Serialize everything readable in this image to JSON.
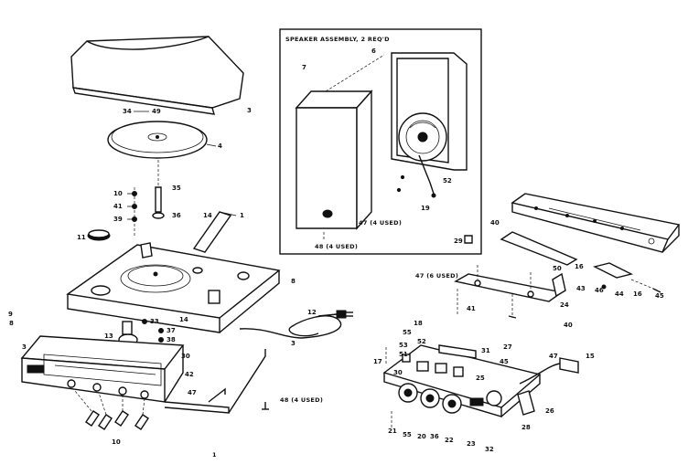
{
  "speaker_box": {
    "title": "SPEAKER ASSEMBLY, 2 REQ'D",
    "used_a": "47 (4 USED)",
    "used_b": "48 (4 USED)"
  },
  "notes": {
    "used_main": "47 (6 USED)",
    "used_bottom": "48 (4 USED)"
  },
  "callouts": {
    "c1": "1",
    "c3": "3",
    "c4": "4",
    "c6": "6",
    "c7": "7",
    "c8": "8",
    "c9": "9",
    "c10": "10",
    "c11": "11",
    "c12": "12",
    "c13": "13",
    "c14": "14",
    "c15": "15",
    "c16": "16",
    "c17": "17",
    "c18": "18",
    "c19": "19",
    "c20": "20",
    "c21": "21",
    "c22": "22",
    "c23": "23",
    "c24": "24",
    "c25": "25",
    "c26": "26",
    "c27": "27",
    "c28": "28",
    "c29": "29",
    "c30": "30",
    "c31": "31",
    "c32": "32",
    "c33": "33",
    "c34": "34",
    "c35": "35",
    "c36": "36",
    "c37": "37",
    "c38": "38",
    "c39": "39",
    "c40": "40",
    "c41": "41",
    "c42": "42",
    "c43": "43",
    "c44": "44",
    "c45": "45",
    "c46": "46",
    "c47": "47",
    "c49": "49",
    "c50": "50",
    "c51": "51",
    "c52": "52",
    "c53": "53",
    "c55": "55"
  }
}
